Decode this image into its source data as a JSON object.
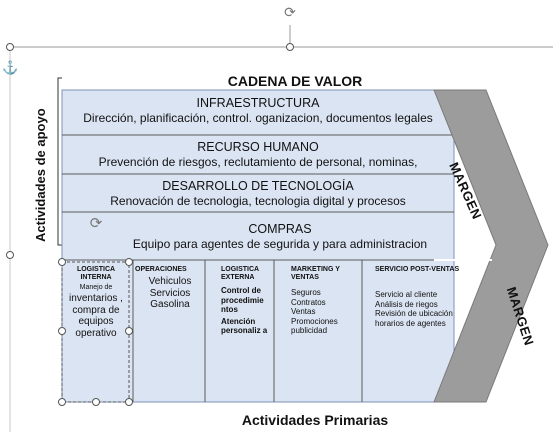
{
  "diagram": {
    "title": "CADENA DE VALOR",
    "support_label": "Actividades de apoyo",
    "primary_label": "Actividades Primarias",
    "margin_upper": "MARGEN",
    "margin_lower": "MARGEN",
    "support_bands": [
      {
        "title": "INFRAESTRUCTURA",
        "subtitle": "Dirección, planificación, control. oganizacion, documentos legales"
      },
      {
        "title": "RECURSO HUMANO",
        "subtitle": "Prevención de riesgos, reclutamiento de personal, nominas,"
      },
      {
        "title": "DESARROLLO DE TECNOLOGÍA",
        "subtitle": "Renovación de tecnologia, tecnologia digital y procesos"
      },
      {
        "title": "COMPRAS",
        "subtitle": "Equipo para agentes de segurida y para administracion"
      }
    ],
    "primary_activities": [
      {
        "title": "LOGISTICA INTERNA",
        "lead": "Manejo de",
        "body": "inventarios , compra de equipos operativo"
      },
      {
        "title": "OPERACIONES",
        "body": "Vehiculos Servicios Gasolina"
      },
      {
        "title": "LOGISTICA EXTERNA",
        "body": "Control de procedimie ntos",
        "extra": "Atención personaliz a"
      },
      {
        "title": "MARKETING Y VENTAS",
        "body": "Seguros Contratos Ventas Promociones publicidad"
      },
      {
        "title": "SERVICIO POST-VENTAS",
        "body": "Servicio al cliente Análisis de riegos Revisión de ubicación horarios de agentes"
      }
    ]
  },
  "colors": {
    "band_fill": "#dbe4f2",
    "band_stroke": "#7f93b8",
    "margin_fill": "#9c9c9c",
    "primary_fill": "#dbe4f2"
  }
}
